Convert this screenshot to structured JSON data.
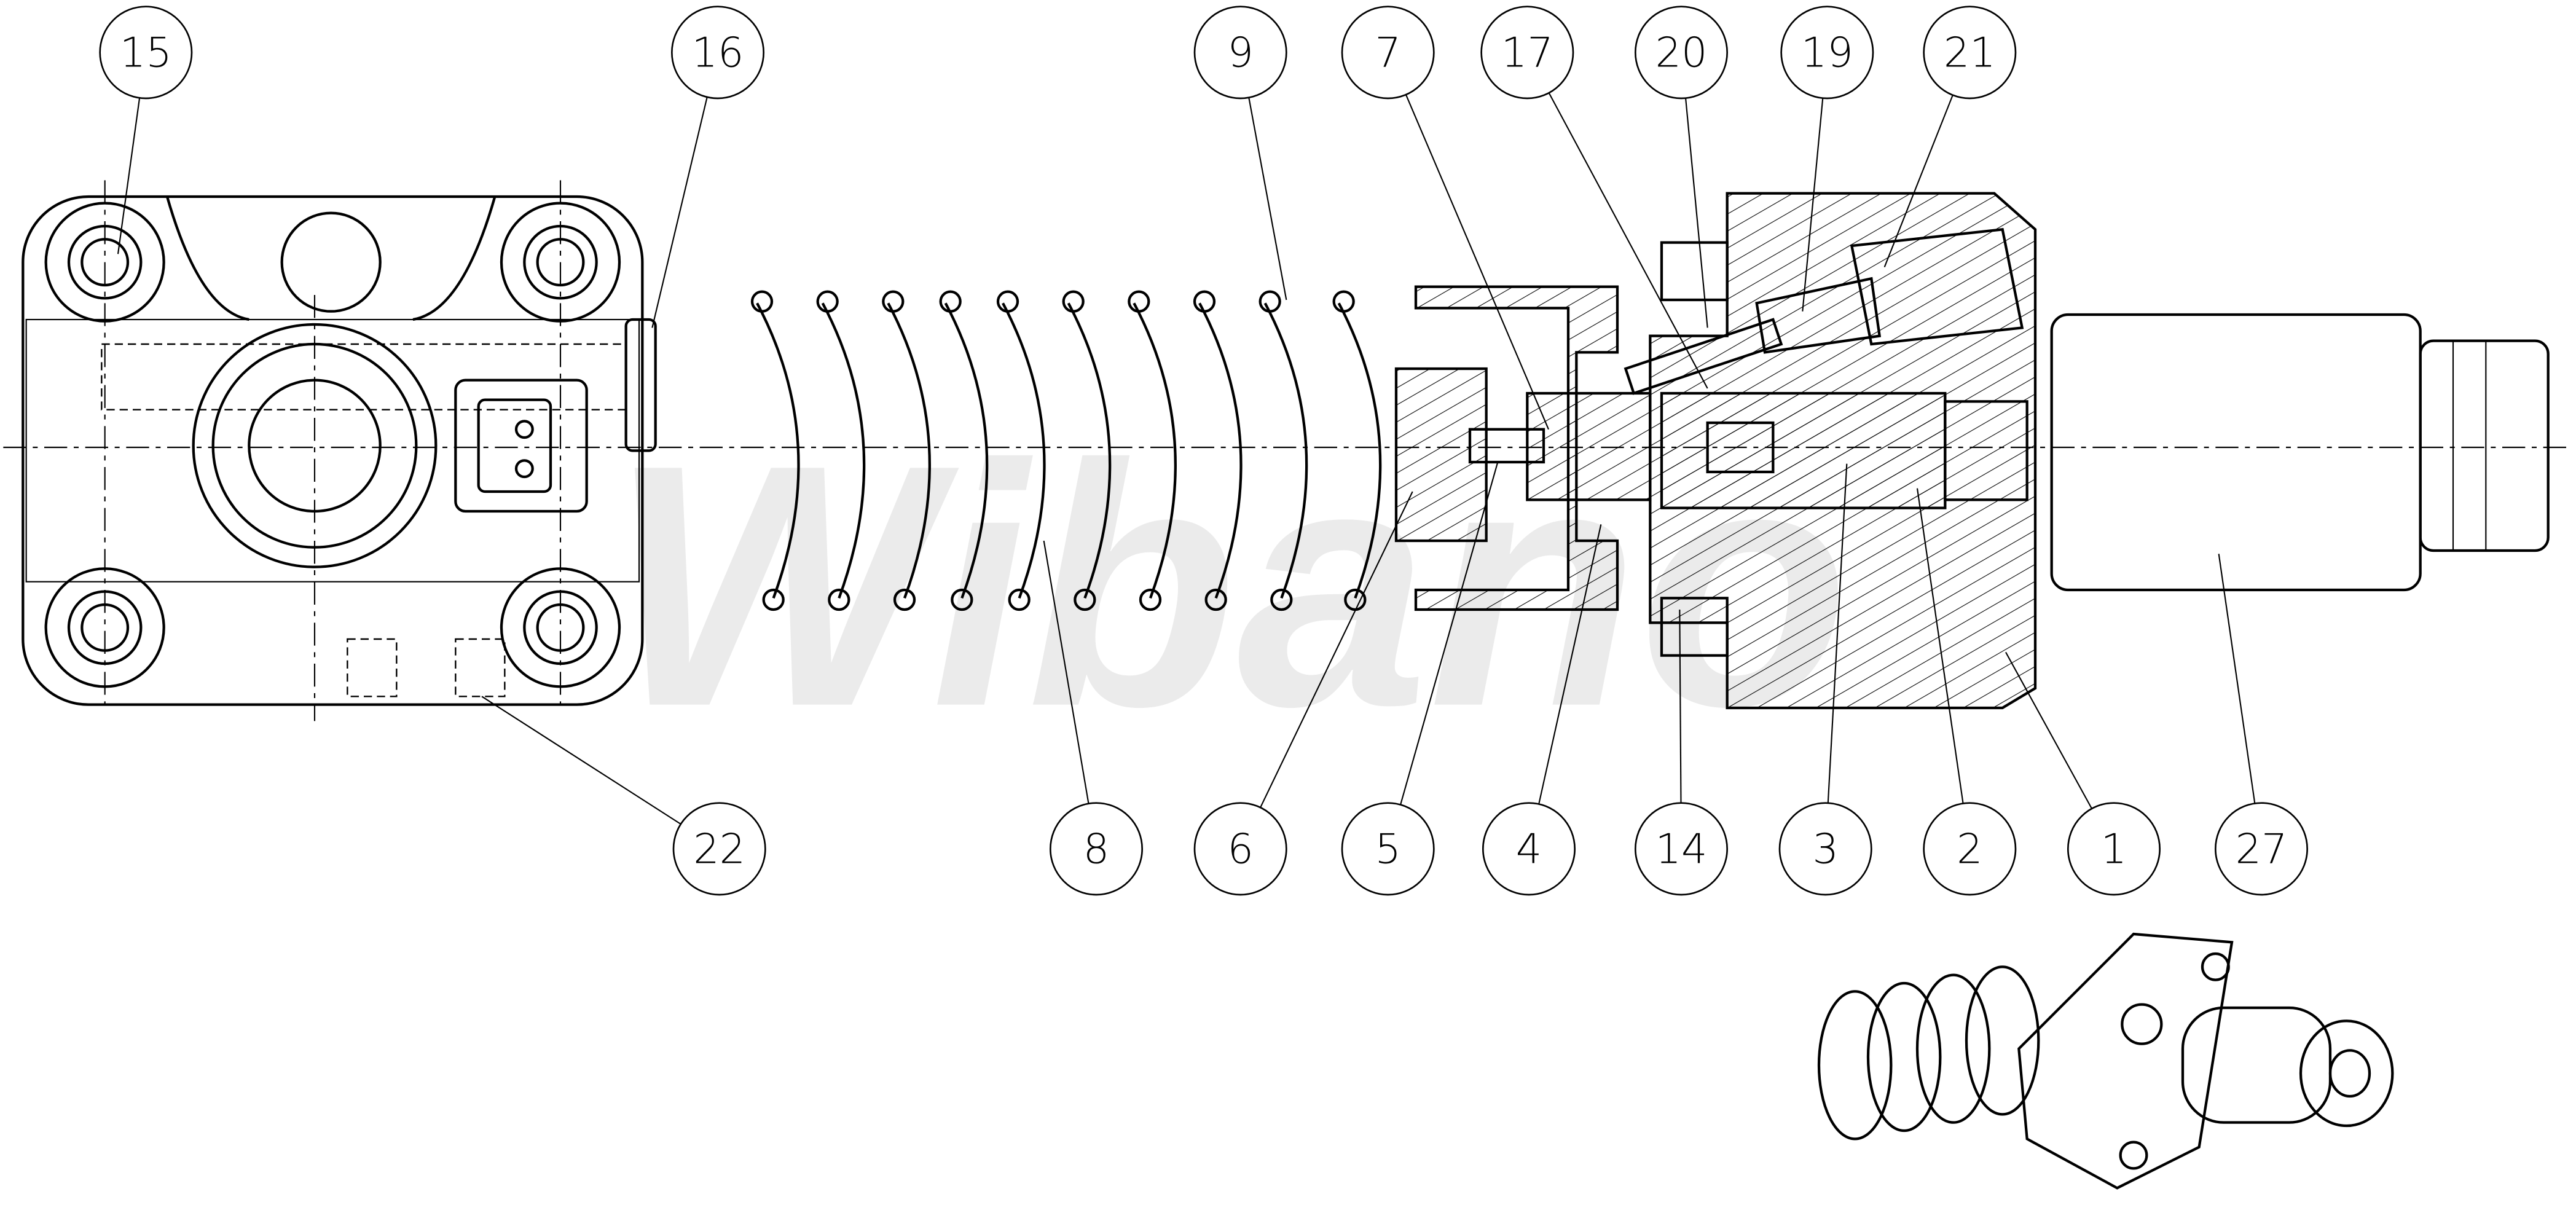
{
  "watermark": "Wibano",
  "callouts": {
    "top": [
      "15",
      "16",
      "9",
      "7",
      "17",
      "20",
      "19",
      "21"
    ],
    "bottom": [
      "22",
      "8",
      "6",
      "5",
      "4",
      "14",
      "3",
      "2",
      "1",
      "27"
    ]
  }
}
